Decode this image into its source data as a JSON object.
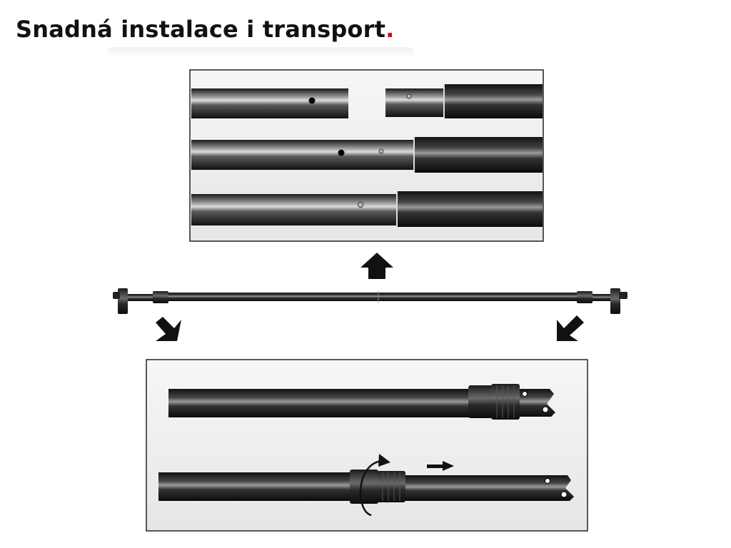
{
  "title": {
    "text": "Snadná instalace i transport",
    "accent": "."
  },
  "colors": {
    "accent": "#e2001a",
    "tube": "#2b2b2b",
    "panel_bg": "#f2f2f2"
  },
  "panels": {
    "top": {
      "description_icon": "tube-connection-steps"
    },
    "bottom": {
      "description_icon": "telescopic-lock-steps"
    }
  },
  "arrows": [
    "arrow-up-icon",
    "arrow-down-right-icon",
    "arrow-down-left-icon",
    "rotate-icon",
    "arrow-right-icon"
  ]
}
